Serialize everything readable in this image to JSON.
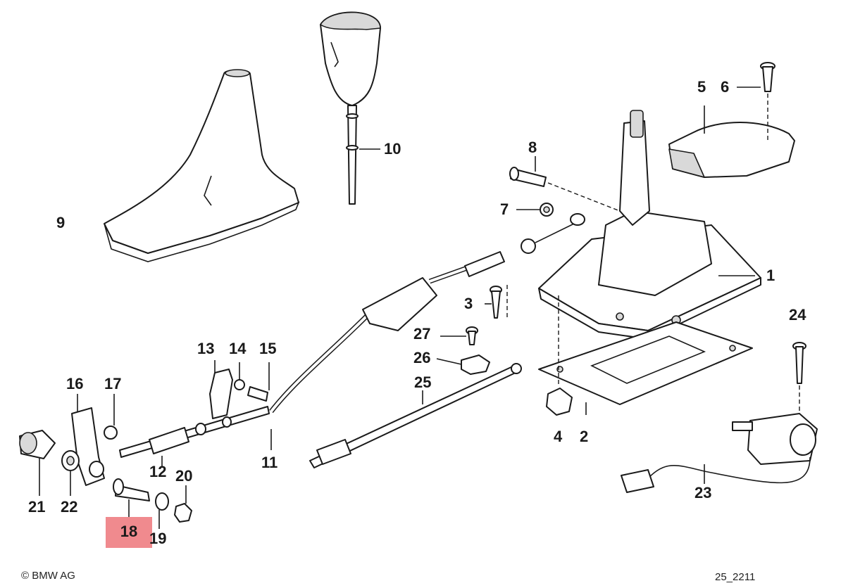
{
  "callouts": [
    {
      "id": "1",
      "label": "1"
    },
    {
      "id": "2",
      "label": "2"
    },
    {
      "id": "3",
      "label": "3"
    },
    {
      "id": "4",
      "label": "4"
    },
    {
      "id": "5",
      "label": "5"
    },
    {
      "id": "6",
      "label": "6"
    },
    {
      "id": "7",
      "label": "7"
    },
    {
      "id": "8",
      "label": "8"
    },
    {
      "id": "9",
      "label": "9"
    },
    {
      "id": "10",
      "label": "10"
    },
    {
      "id": "11",
      "label": "11"
    },
    {
      "id": "12",
      "label": "12"
    },
    {
      "id": "13",
      "label": "13"
    },
    {
      "id": "14",
      "label": "14"
    },
    {
      "id": "15",
      "label": "15"
    },
    {
      "id": "16",
      "label": "16"
    },
    {
      "id": "17",
      "label": "17"
    },
    {
      "id": "18",
      "label": "18",
      "highlighted": true
    },
    {
      "id": "19",
      "label": "19"
    },
    {
      "id": "20",
      "label": "20"
    },
    {
      "id": "21",
      "label": "21"
    },
    {
      "id": "22",
      "label": "22"
    },
    {
      "id": "23",
      "label": "23"
    },
    {
      "id": "24",
      "label": "24"
    },
    {
      "id": "25",
      "label": "25"
    },
    {
      "id": "26",
      "label": "26"
    },
    {
      "id": "27",
      "label": "27"
    }
  ],
  "footer": {
    "copyright": "© BMW AG",
    "diagram_code": "25_2211"
  },
  "colors": {
    "highlight": "#f08a8e",
    "line": "#1a1a1a",
    "background": "#ffffff"
  }
}
